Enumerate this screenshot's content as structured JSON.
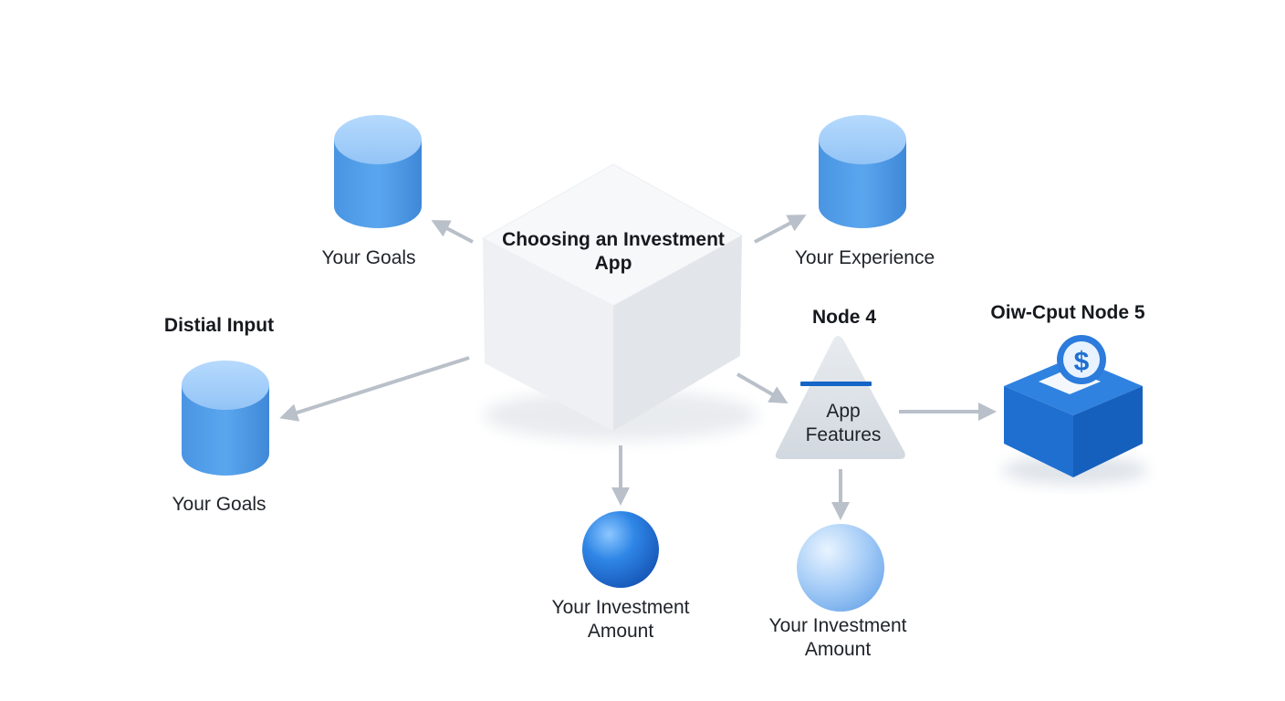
{
  "diagram": {
    "center": {
      "line1": "Choosing an Investment",
      "line2": "App"
    },
    "labels": {
      "goals_top": "Your Goals",
      "experience": "Your Experience",
      "distial_input": "Distial Input",
      "goals_left": "Your Goals",
      "node4": "Node 4",
      "node5": "Oiw-Cput Node 5",
      "app_features_line1": "App",
      "app_features_line2": "Features",
      "amount_left_line1": "Your Investment",
      "amount_left_line2": "Amount",
      "amount_right_line1": "Your Investment",
      "amount_right_line2": "Amount"
    },
    "icons": {
      "dollar_symbol": "$"
    },
    "colors": {
      "cylinder_side": "#4f9be6",
      "cylinder_top": "#a9d1fb",
      "cube_face_light": "#f1f3f6",
      "arrow": "#b9c0c9",
      "brand_blue": "#1f74d8",
      "triangle_fill": "#dde2e8",
      "triangle_bar": "#1565c7"
    }
  }
}
